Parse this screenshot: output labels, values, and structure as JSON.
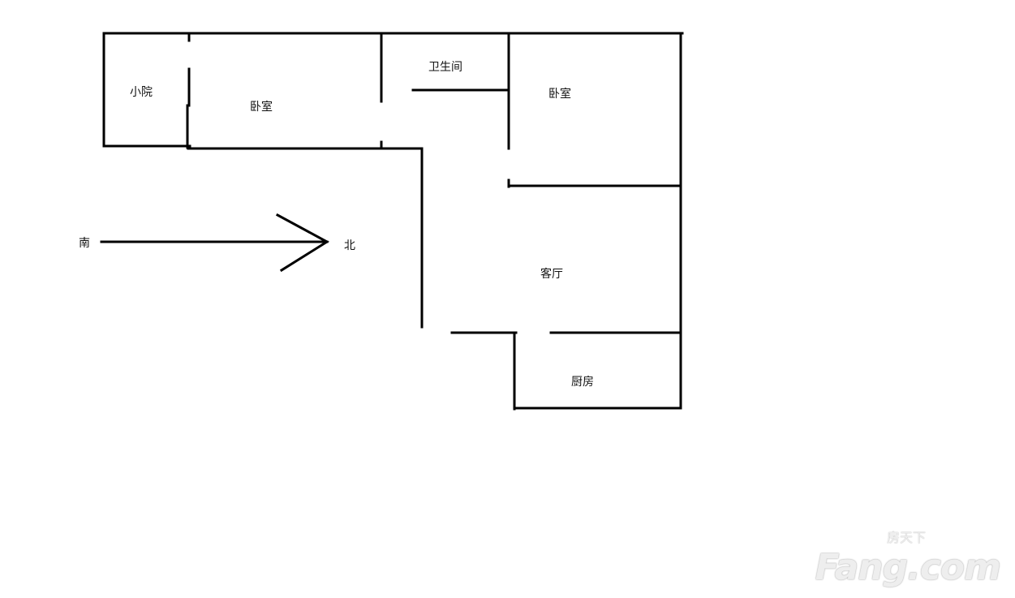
{
  "rooms": {
    "yard": "小院",
    "bedroom_south": "卧室",
    "bathroom": "卫生间",
    "bedroom_north": "卧室",
    "living_room": "客厅",
    "kitchen": "厨房"
  },
  "compass": {
    "south": "南",
    "north": "北"
  },
  "watermark": {
    "cn": "房天下",
    "en": "Fang.com"
  }
}
